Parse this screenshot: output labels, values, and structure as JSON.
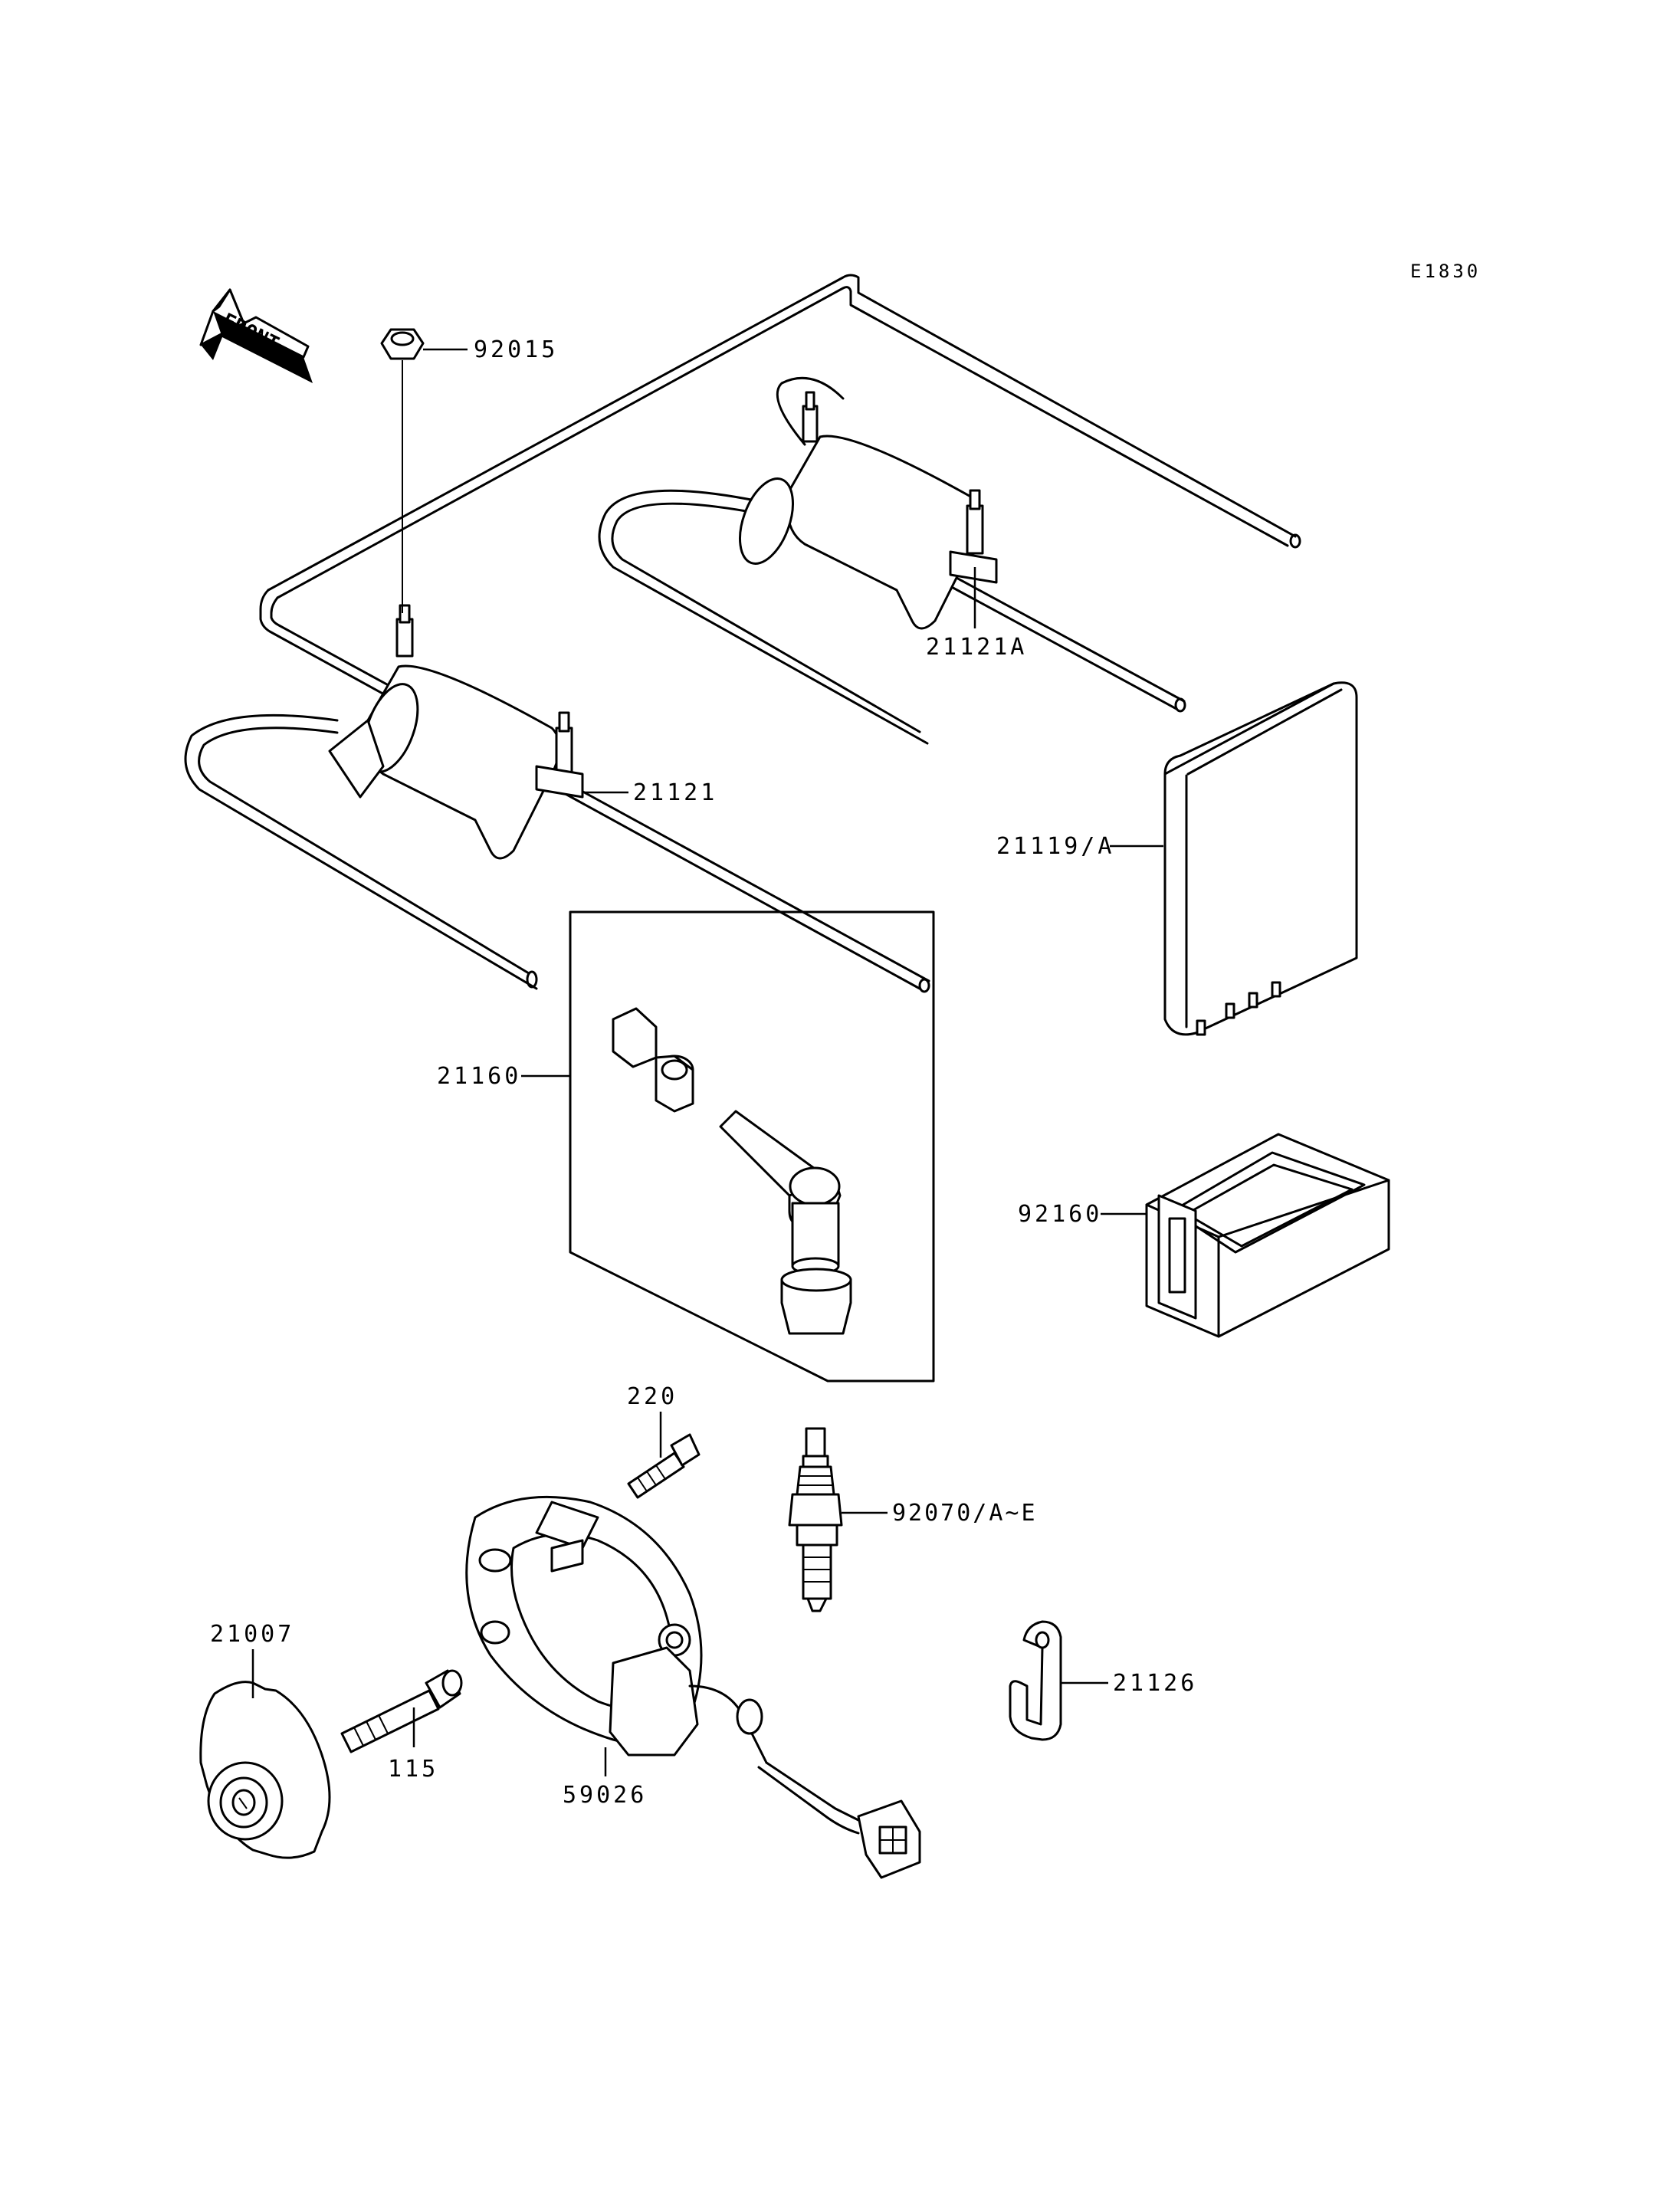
{
  "diagram_code": "E1830",
  "front_label": "FRONT",
  "parts": {
    "p92015": "92015",
    "p21121A": "21121A",
    "p21121": "21121",
    "p21119A": "21119/A",
    "p21160": "21160",
    "p92160": "92160",
    "p220": "220",
    "p92070": "92070/A~E",
    "p21007": "21007",
    "p115": "115",
    "p59026": "59026",
    "p21126": "21126"
  }
}
